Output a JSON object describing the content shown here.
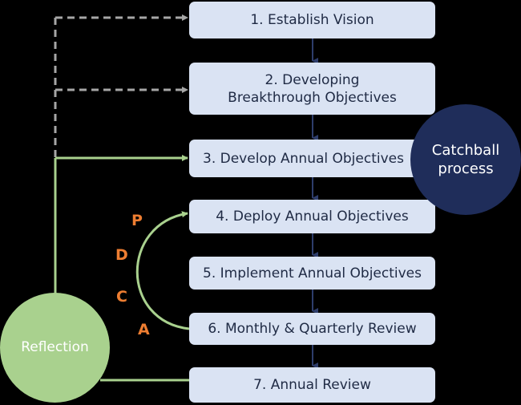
{
  "steps": [
    {
      "label": "1. Establish Vision"
    },
    {
      "label": "2. Developing\nBreakthrough Objectives"
    },
    {
      "label": "3. Develop Annual Objectives"
    },
    {
      "label": "4. Deploy Annual Objectives"
    },
    {
      "label": "5. Implement Annual Objectives"
    },
    {
      "label": "6. Monthly & Quarterly Review"
    },
    {
      "label": "7. Annual Review"
    }
  ],
  "catchball": {
    "label": "Catchball\nprocess"
  },
  "reflection": {
    "label": "Reflection"
  },
  "pdca": {
    "p": "P",
    "d": "D",
    "c": "C",
    "a": "A"
  },
  "colors": {
    "box": "#dae3f3",
    "box_text": "#1f2a44",
    "flow_arrow": "#1f2d5a",
    "catchball": "#1f2d5a",
    "reflection": "#a9d18e",
    "dashed": "#a6a6a6",
    "pdca": "#ed7d31"
  }
}
